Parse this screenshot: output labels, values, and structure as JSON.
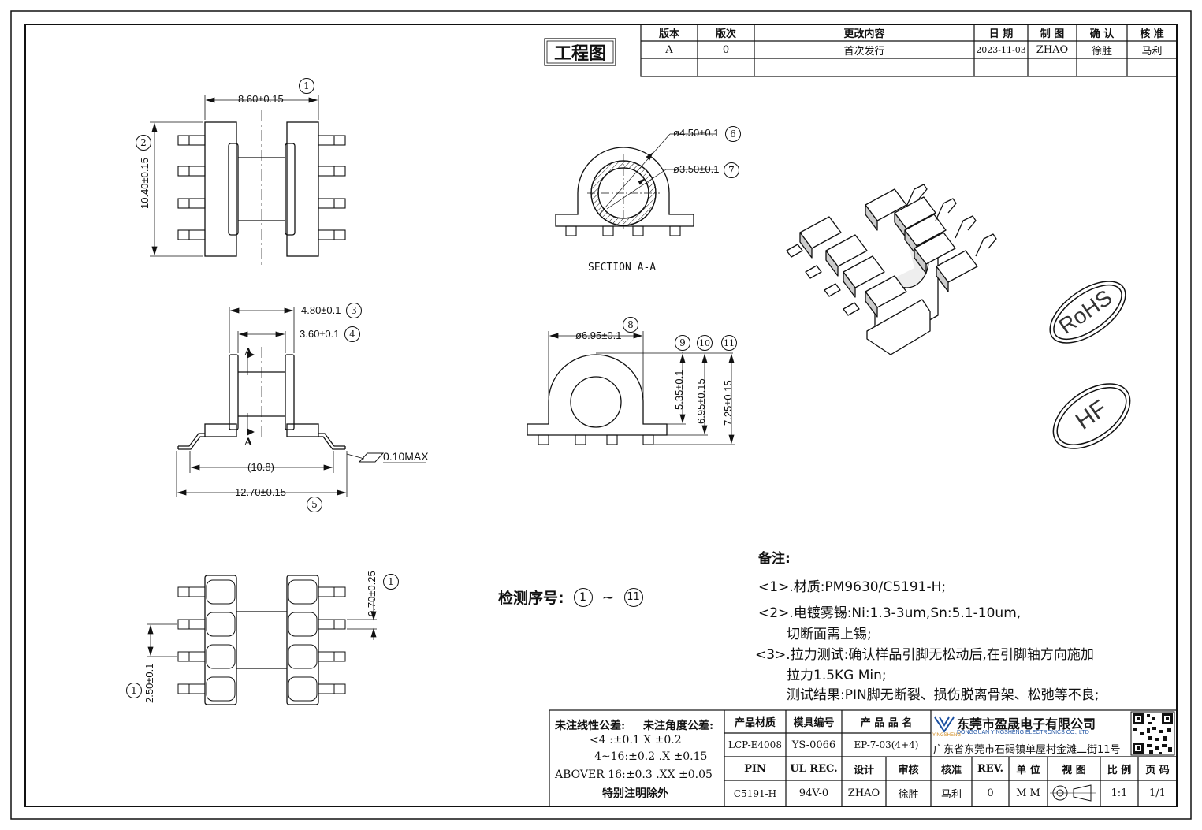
{
  "title": "工程图",
  "revision_table": {
    "headers": [
      "版本",
      "版次",
      "更改内容",
      "日 期",
      "制 图",
      "确 认",
      "核 准"
    ],
    "rows": [
      [
        "A",
        "0",
        "首次发行",
        "2023-11-03",
        "ZHAO",
        "徐胜",
        "马利"
      ]
    ]
  },
  "dims": {
    "top_width": "8.60±0.15",
    "top_height": "10.40±0.15",
    "side_w1": "4.80±0.1",
    "side_w2": "3.60±0.1",
    "side_inner": "(10.8)",
    "side_total": "12.70±0.15",
    "flatness": "0.10MAX",
    "section_d1": "ø4.50±0.1",
    "section_d2": "ø3.50±0.1",
    "section_label": "SECTION A-A",
    "end_d": "ø6.95±0.1",
    "end_h1": "5.35±0.1",
    "end_h2": "6.95±0.15",
    "end_h3": "7.25±0.15",
    "bottom_gap": "0.70±0.25",
    "bottom_pitch": "2.50±0.1",
    "section_marker": "A"
  },
  "balloons": [
    "1",
    "2",
    "3",
    "4",
    "5",
    "6",
    "7",
    "8",
    "9",
    "10",
    "11"
  ],
  "inspection": {
    "label": "检测序号:",
    "from": "1",
    "sep": "~",
    "to": "11"
  },
  "stamps": {
    "rohs": "RoHS",
    "hf": "HF"
  },
  "notes": {
    "title": "备注:",
    "lines": [
      "<1>.材质:PM9630/C5191-H;",
      "<2>.电镀雾锡:Ni:1.3-3um,Sn:5.1-10um,",
      "切断面需上锡;",
      "<3>.拉力测试:确认样品引脚无松动后,在引脚轴方向施加",
      "拉力1.5KG Min;",
      "测试结果:PIN脚无断裂、损伤脱离骨架、松弛等不良;"
    ]
  },
  "tolerance": {
    "linear_title": "未注线性公差:",
    "angular_title": "未注角度公差:",
    "rows": [
      "<4 :±0.1  X ±0.2",
      "4~16:±0.2  .X ±0.15",
      "ABOVER 16:±0.3  .XX ±0.05"
    ],
    "footer": "特别注明除外"
  },
  "title_block": {
    "h1": [
      "产品材质",
      "模具编号",
      "产 品 品 名"
    ],
    "v1": [
      "LCP-E4008",
      "YS-0066",
      "EP-7-03(4+4)"
    ],
    "h2": [
      "PIN",
      "UL REC.",
      "设计",
      "审核",
      "核准",
      "REV.",
      "单 位",
      "视 图",
      "比 例",
      "页 码"
    ],
    "v2": [
      "C5191-H",
      "94V-0",
      "ZHAO",
      "徐胜",
      "马利",
      "0",
      "M M",
      "",
      "1:1",
      "1/1"
    ],
    "company": "东莞市盈晟电子有限公司",
    "company_en": "DONGGUAN YINGSHENG ELECTRONICS CO., LTD",
    "logo_text": "YINGSHENG",
    "address": "广东省东莞市石碣镇单屋村金滩二街11号"
  }
}
